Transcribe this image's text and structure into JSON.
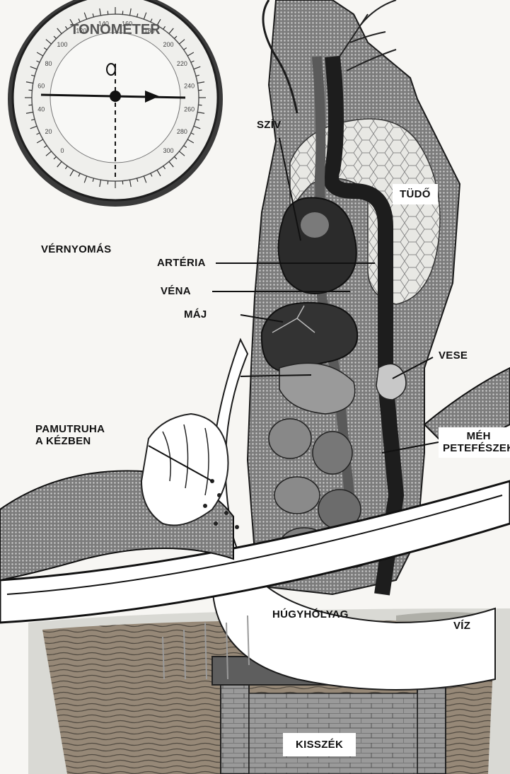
{
  "tonometer": {
    "brand": "TONOMETER",
    "scale_numbers": [
      "0",
      "20",
      "40",
      "60",
      "80",
      "100",
      "120",
      "140",
      "160",
      "180",
      "200",
      "220",
      "240",
      "260",
      "280",
      "300"
    ]
  },
  "labels": {
    "blood_pressure": "VÉRNYOMÁS",
    "heart": "SZÍV",
    "lung": "TÜDŐ",
    "artery": "ARTÉRIA",
    "vein": "VÉNA",
    "liver": "MÁJ",
    "kidney": "VESE",
    "uterus_ovary_line1": "MÉH",
    "uterus_ovary_line2": "PETEFÉSZEK",
    "cotton_cloth_line1": "PAMUTRUHA",
    "cotton_cloth_line2": "A KÉZBEN",
    "bladder": "HÚGYHÓLYAG",
    "water": "VÍZ",
    "stool": "KISSZÉK"
  },
  "colors": {
    "ink": "#111111",
    "dark_tissue": "#2a2a2a",
    "mid_tissue": "#6e6e6e",
    "light_tissue": "#bdbdbd",
    "paper": "#f7f6f3"
  }
}
